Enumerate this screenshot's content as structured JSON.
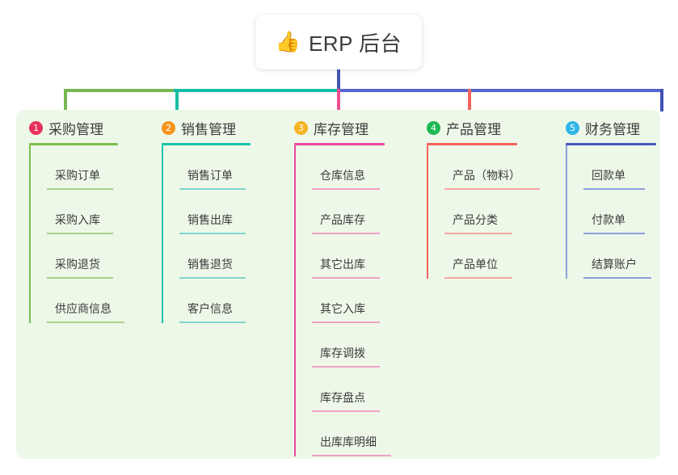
{
  "root": {
    "icon": "thumbs-up-icon",
    "icon_glyph": "👍",
    "title": "ERP 后台"
  },
  "canvas": {
    "panel_color": "#eef8e9",
    "background": "#ffffff"
  },
  "connectors": {
    "stem_color": "#4257b2",
    "bus_colors": [
      "#76b852",
      "#14bda0",
      "#5765cf"
    ],
    "drop_colors": [
      "#76b852",
      "#14bda0",
      "#ef4f91",
      "#f2645b",
      "#3f51b5"
    ]
  },
  "columns": [
    {
      "number": "1",
      "title": "采购管理",
      "badge_color": "#e8315c",
      "rule_color": "#7bbf4e",
      "leaf_color": "#a9d28c",
      "spine_color": "#7bbf4e",
      "rule_width": 110,
      "leaves": [
        {
          "label": "采购订单",
          "width": 82
        },
        {
          "label": "采购入库",
          "width": 82
        },
        {
          "label": "采购退货",
          "width": 82
        },
        {
          "label": "供应商信息",
          "width": 96
        }
      ]
    },
    {
      "number": "2",
      "title": "销售管理",
      "badge_color": "#f7941e",
      "rule_color": "#16c4ab",
      "leaf_color": "#7fd8cd",
      "spine_color": "#16c4ab",
      "rule_width": 110,
      "leaves": [
        {
          "label": "销售订单",
          "width": 82
        },
        {
          "label": "销售出库",
          "width": 82
        },
        {
          "label": "销售退货",
          "width": 82
        },
        {
          "label": "客户信息",
          "width": 82
        }
      ]
    },
    {
      "number": "3",
      "title": "库存管理",
      "badge_color": "#f5b324",
      "rule_color": "#e84aa0",
      "leaf_color": "#f0a0c8",
      "spine_color": "#e84aa0",
      "rule_width": 112,
      "leaves": [
        {
          "label": "仓库信息",
          "width": 84
        },
        {
          "label": "产品库存",
          "width": 84
        },
        {
          "label": "其它出库",
          "width": 84
        },
        {
          "label": "其它入库",
          "width": 84
        },
        {
          "label": "库存调拨",
          "width": 84
        },
        {
          "label": "库存盘点",
          "width": 84
        },
        {
          "label": "出库库明细",
          "width": 98
        }
      ]
    },
    {
      "number": "4",
      "title": "产品管理",
      "badge_color": "#1db954",
      "rule_color": "#f2645b",
      "leaf_color": "#f5a7a0",
      "spine_color": "#f2645b",
      "rule_width": 112,
      "leaves": [
        {
          "label": "产品（物料）",
          "width": 118
        },
        {
          "label": "产品分类",
          "width": 84
        },
        {
          "label": "产品单位",
          "width": 84
        }
      ]
    },
    {
      "number": "5",
      "title": "财务管理",
      "badge_color": "#30b5e8",
      "rule_color": "#4359bf",
      "leaf_color": "#8b9fdd",
      "spine_color": "#8b9fdd",
      "rule_width": 112,
      "leaves": [
        {
          "label": "回款单",
          "width": 76
        },
        {
          "label": "付款单",
          "width": 76
        },
        {
          "label": "结算账户",
          "width": 84
        }
      ]
    }
  ]
}
